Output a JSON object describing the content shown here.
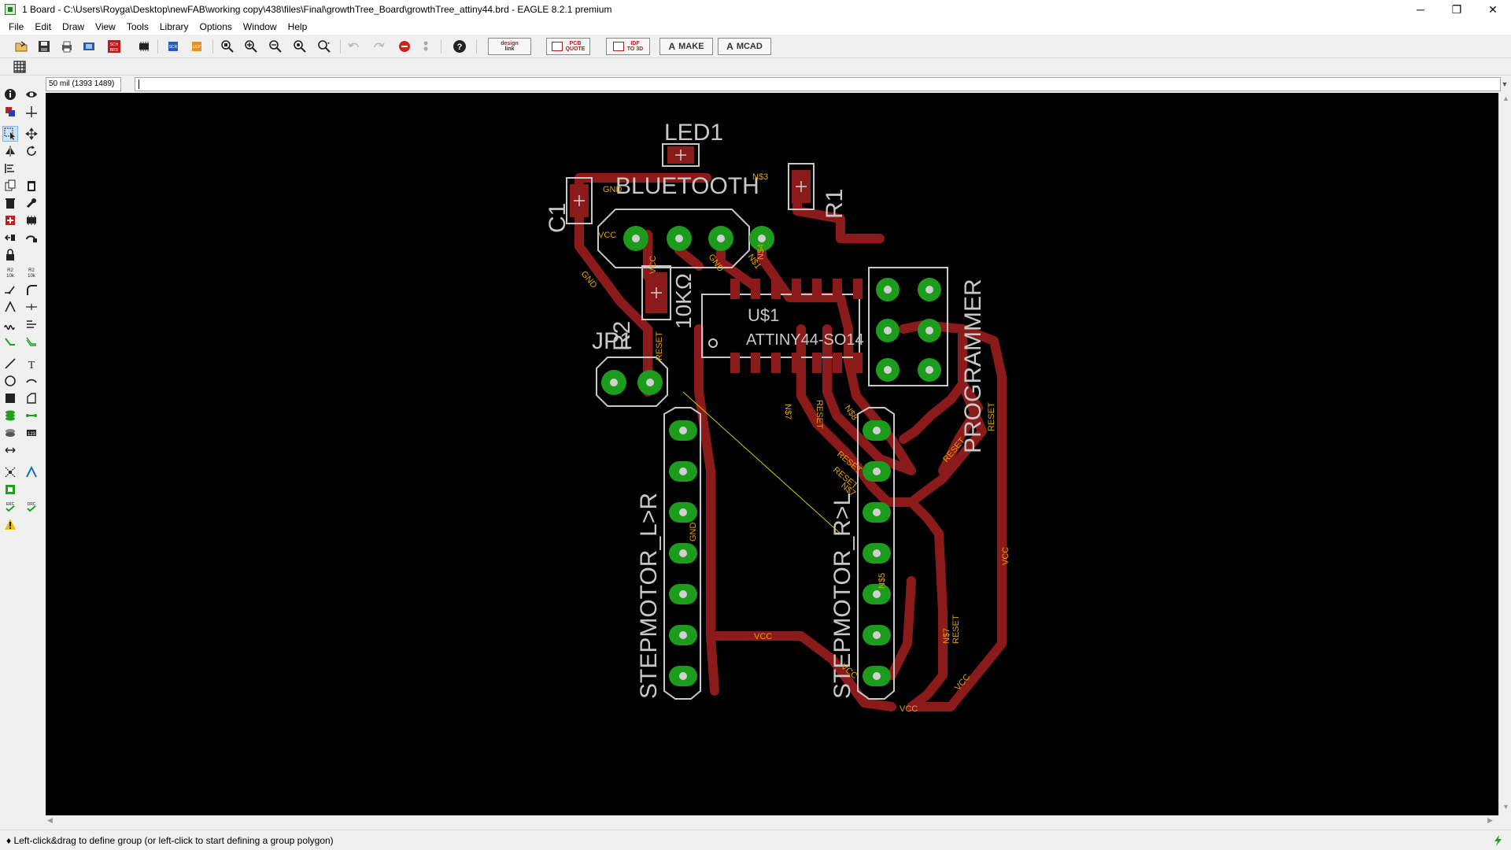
{
  "window": {
    "title": "1 Board - C:\\Users\\Royga\\Desktop\\newFAB\\working copy\\438\\files\\Final\\growthTree_Board\\growthTree_attiny44.brd - EAGLE 8.2.1 premium",
    "minimize_glyph": "─",
    "restore_glyph": "❐",
    "close_glyph": "✕"
  },
  "menu": [
    "File",
    "Edit",
    "Draw",
    "View",
    "Tools",
    "Library",
    "Options",
    "Window",
    "Help"
  ],
  "toolbar": {
    "designlink_top": "design",
    "designlink_bottom": "link",
    "pcbquote_top": "PCB",
    "pcbquote_bottom": "QUOTE",
    "idf_top": "IDF",
    "idf_bottom": "TO 3D",
    "make_label": "MAKE",
    "mcad_label": "MCAD",
    "sch_brd": "SCH BRD"
  },
  "command_bar": {
    "grid_readout": "50 mil (1393 1489)",
    "command_value": ""
  },
  "board": {
    "labels": {
      "led1": "LED1",
      "bluetooth": "BLUETOOTH",
      "c1": "C1",
      "r1": "R1",
      "r2": "R2",
      "r2_value": "10KΩ",
      "jp1": "JP1",
      "u1_name": "U$1",
      "u1_value": "ATTINY44-SO14",
      "programmer": "PROGRAMMER",
      "stepper_lr": "STEPMOTOR_L>R",
      "stepper_rl": "STEPMOTOR_R>L"
    },
    "nets": {
      "gnd": "GND",
      "vcc": "VCC",
      "reset": "RESET",
      "n3": "N$3",
      "n4": "N$4",
      "n5": "N$5",
      "n7": "N$7",
      "n1": "N$1",
      "n8": "N$8"
    },
    "colors": {
      "background": "#000000",
      "trace": "#8b1a1a",
      "pad": "#1c9b1c",
      "silkscreen": "#c8c8c8",
      "net_label": "#e0a000",
      "drill": "#d0d0d0"
    }
  },
  "status": {
    "message": "♦ Left-click&drag to define group (or left-click to start defining a group polygon)"
  }
}
